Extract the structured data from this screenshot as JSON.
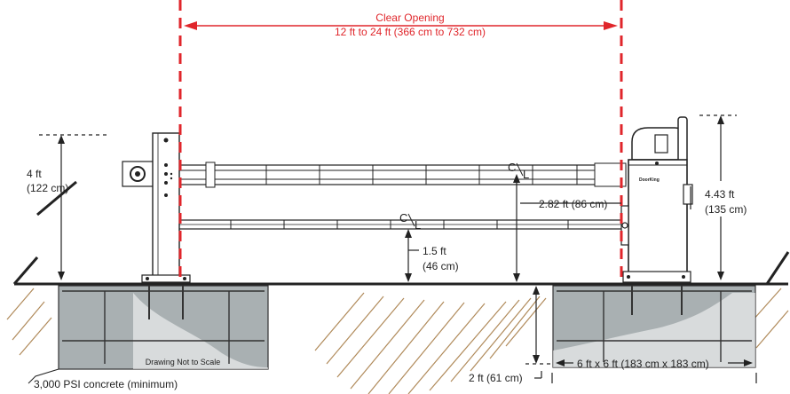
{
  "clear_opening": {
    "title": "Clear Opening",
    "range": "12 ft to 24 ft (366 cm to 732 cm)"
  },
  "dimensions": {
    "left_post_height_ft": "4 ft",
    "left_post_height_cm": "(122 cm)",
    "upper_arm_height": "2.82 ft (86 cm)",
    "lower_arm_height_ft": "1.5 ft",
    "lower_arm_height_cm": "(46 cm)",
    "operator_height_ft": "4.43 ft",
    "operator_height_cm": "(135 cm)",
    "footing_depth": "2 ft (61 cm)",
    "footing_size": "6 ft x 6 ft (183 cm x 183 cm)"
  },
  "centerline": {
    "c": "C",
    "l": "L"
  },
  "notes": {
    "scale": "Drawing Not to Scale",
    "concrete": "3,000 PSI concrete (minimum)"
  },
  "colors": {
    "accent_red": "#e0262b",
    "concrete": "#a9b0b2",
    "line": "#222222"
  }
}
